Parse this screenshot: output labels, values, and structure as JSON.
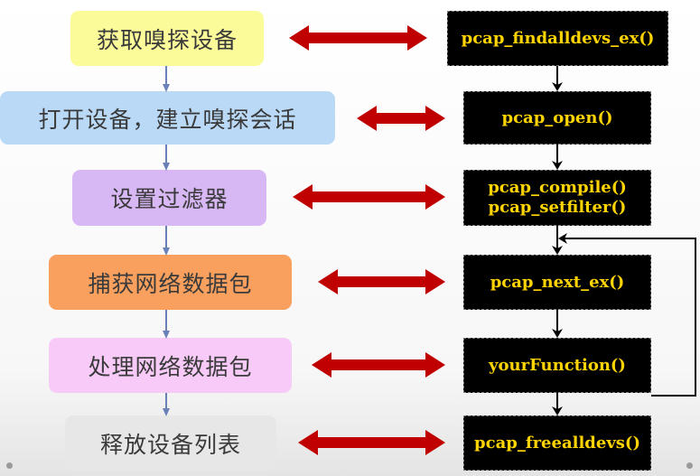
{
  "steps": [
    {
      "label": "获取嗅探设备",
      "color": "#fbfb9a"
    },
    {
      "label": "打开设备，建立嗅探会话",
      "color": "#b9d9f7"
    },
    {
      "label": "设置过滤器",
      "color": "#d8b7f5"
    },
    {
      "label": "捕获网络数据包",
      "color": "#f9a05e"
    },
    {
      "label": "处理网络数据包",
      "color": "#f7caf7"
    },
    {
      "label": "释放设备列表",
      "color": "#e7e7e7"
    }
  ],
  "functions": [
    {
      "lines": [
        "pcap_findalldevs_ex()"
      ]
    },
    {
      "lines": [
        "pcap_open()"
      ]
    },
    {
      "lines": [
        "pcap_compile()",
        "pcap_setfilter()"
      ]
    },
    {
      "lines": [
        "pcap_next_ex()"
      ]
    },
    {
      "lines": [
        "yourFunction()"
      ]
    },
    {
      "lines": [
        "pcap_freealldevs()"
      ]
    }
  ],
  "colors": {
    "double_arrow": "#c00000",
    "step_arrow": "#6a80b8",
    "function_text": "#ffd400",
    "function_box": "#000000",
    "connector": "#000000"
  }
}
